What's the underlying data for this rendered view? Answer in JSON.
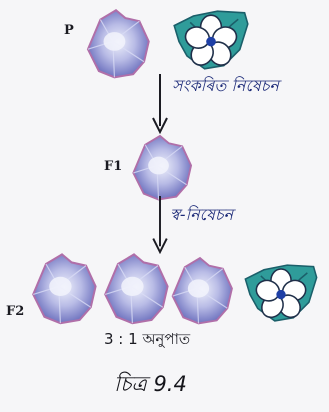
{
  "generations": {
    "parent": "P",
    "first": "F1",
    "second": "F2"
  },
  "steps": {
    "cross": "সংকৰিত নিষেচন",
    "self": "স্ব-নিষেচন"
  },
  "result": {
    "ratio": "3 : 1 অনুপাত"
  },
  "caption": "চিত্ৰ 9.4",
  "colors": {
    "violet_flower": "#b7b7e3",
    "white_flower_leaf": "#2f9c9a",
    "white_flower_petal": "#ffffff",
    "flower_center": "#1e3fa6",
    "arrow": "#1b1b22"
  },
  "icons": {
    "violet_flower": "violet-flower-icon",
    "white_flower": "white-flower-icon",
    "arrow": "arrow-down-icon"
  }
}
